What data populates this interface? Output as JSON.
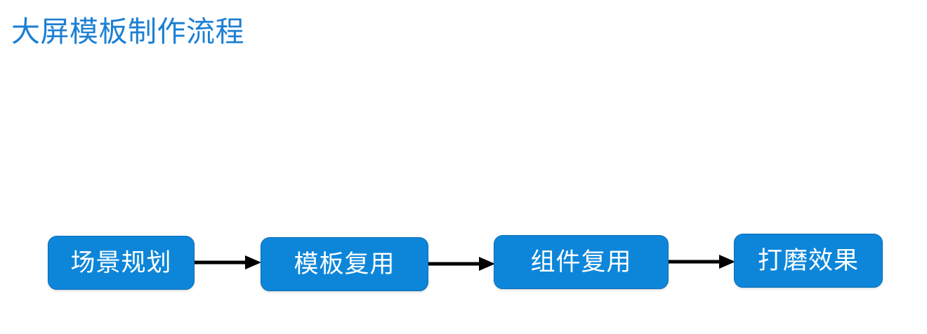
{
  "page": {
    "background_color": "#ffffff"
  },
  "title": {
    "text": "大屏模板制作流程",
    "color": "#1b7fd3"
  },
  "flowchart": {
    "box_fill_color": "#0d86d9",
    "box_border_color": "#0b6db5",
    "box_text_color": "#ffffff",
    "arrow_color": "#000000",
    "steps": [
      {
        "label": "场景规划"
      },
      {
        "label": "模板复用"
      },
      {
        "label": "组件复用"
      },
      {
        "label": "打磨效果"
      }
    ]
  }
}
